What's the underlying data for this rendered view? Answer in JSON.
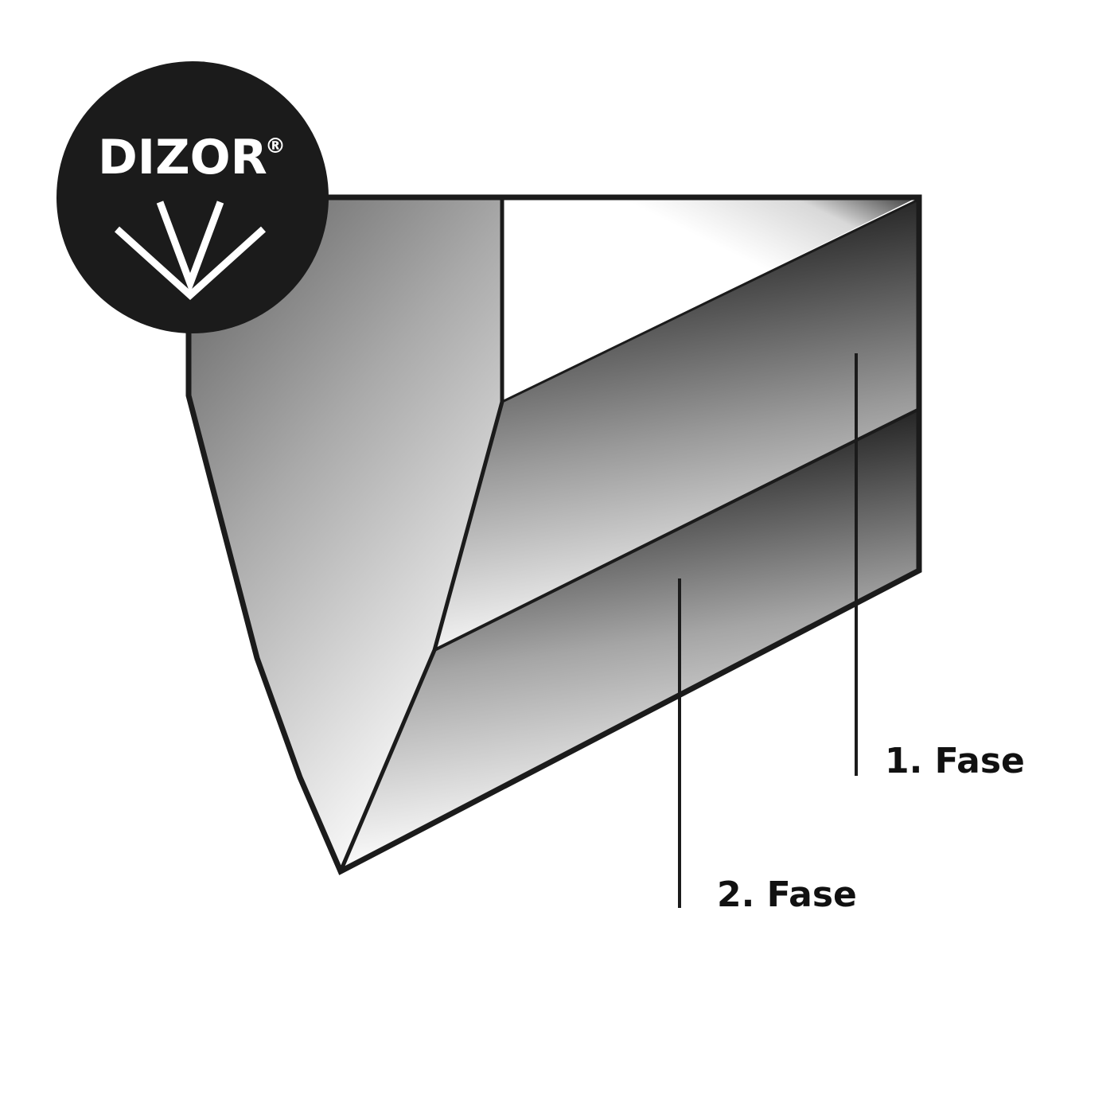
{
  "logo": {
    "brand": "DIZOR",
    "trademark": "®",
    "icon": "chevron-v-icon",
    "background_color": "#1b1b1b",
    "foreground_color": "#ffffff"
  },
  "diagram": {
    "subject": "knife-blade-bevel-cross-section",
    "outline_color": "#1b1b1b",
    "labels": [
      {
        "id": "bevel-1",
        "text": "1. Fase"
      },
      {
        "id": "bevel-2",
        "text": "2. Fase"
      }
    ]
  }
}
